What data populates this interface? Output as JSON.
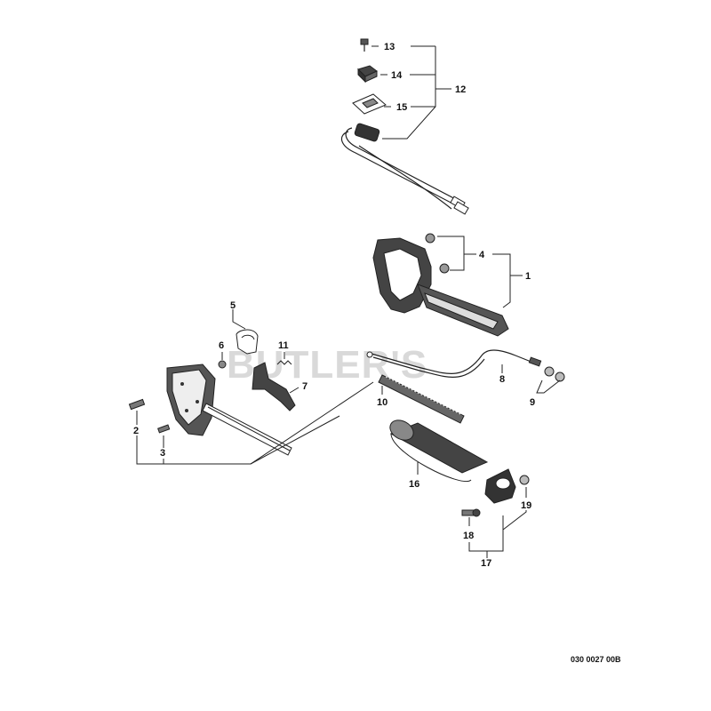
{
  "diagram": {
    "watermark": "BUTLER'S",
    "reference_code": "030 0027 00B",
    "callouts": {
      "p1": "1",
      "p2": "2",
      "p3": "3",
      "p4": "4",
      "p5": "5",
      "p6": "6",
      "p7": "7",
      "p8": "8",
      "p9": "9",
      "p10": "10",
      "p11": "11",
      "p12": "12",
      "p13": "13",
      "p14": "14",
      "p15": "15",
      "p16": "16",
      "p17": "17",
      "p18": "18",
      "p19": "19"
    }
  }
}
